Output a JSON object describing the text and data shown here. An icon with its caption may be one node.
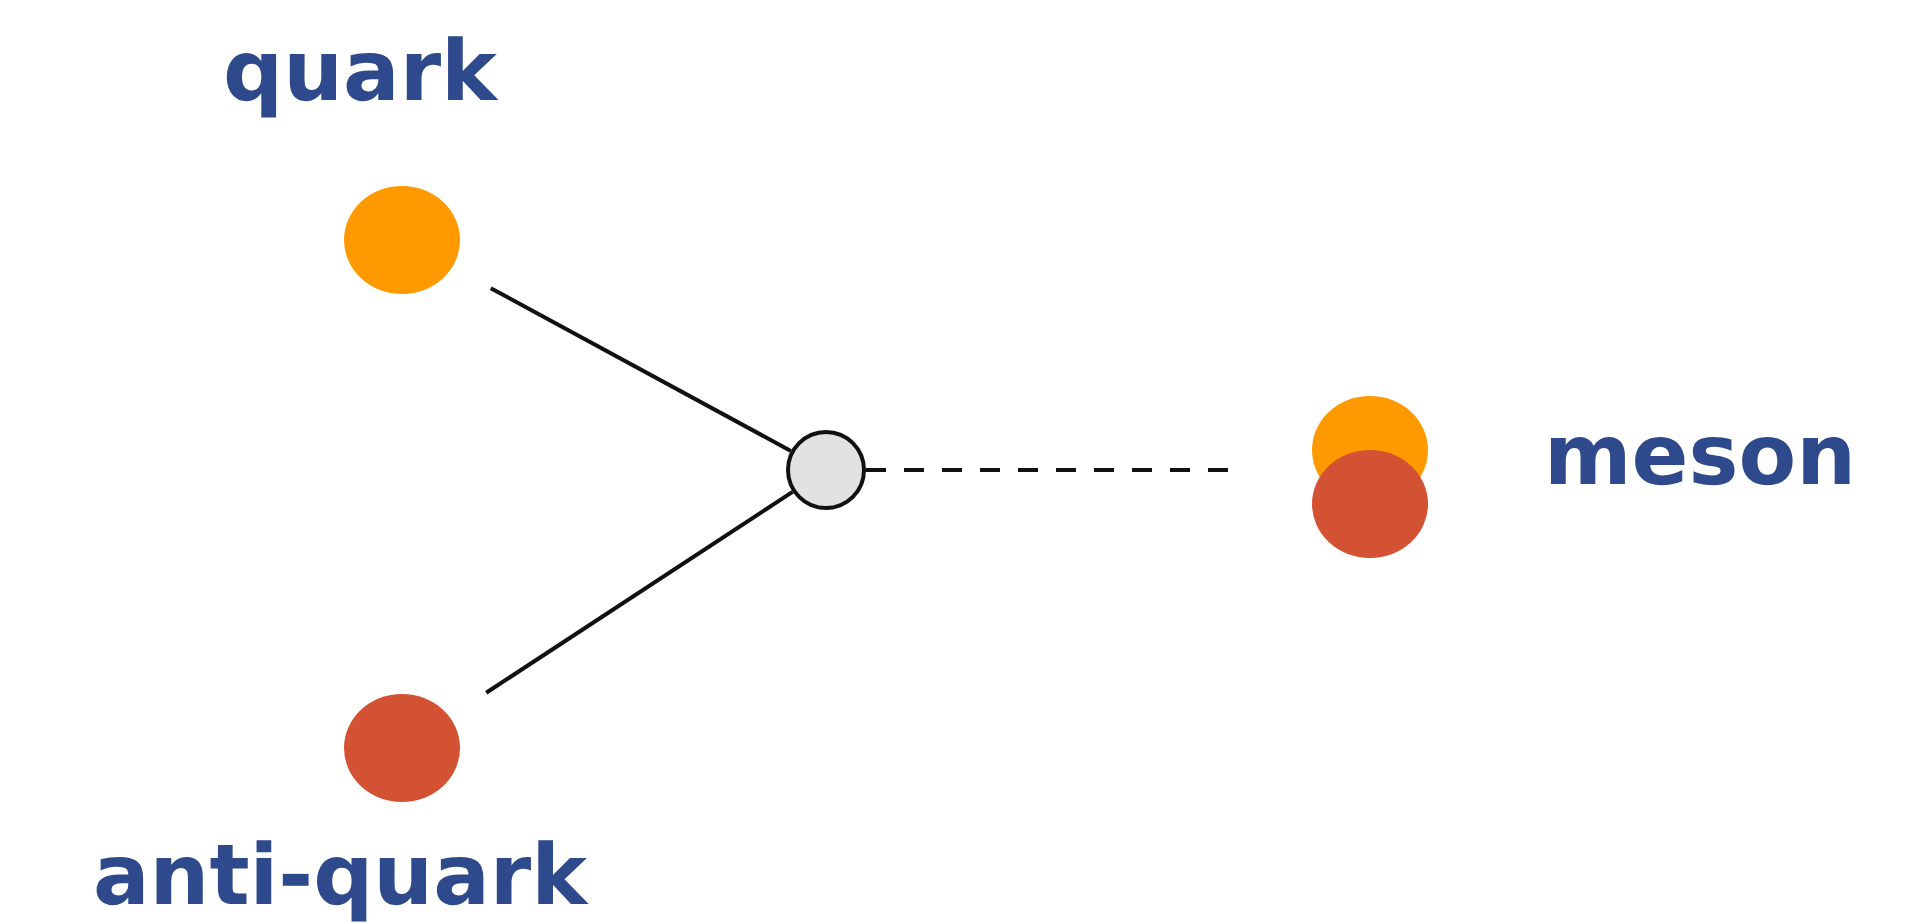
{
  "diagram": {
    "nodes": [
      {
        "text": [
          "quark"
        ]
      },
      {
        "text": [
          "anti-quark"
        ]
      },
      {
        "text": [],
        "shape": "circle"
      },
      {
        "text": [
          "meson"
        ]
      }
    ],
    "edges": [
      {
        "from": 0,
        "to": 2,
        "arrow": "none"
      },
      {
        "from": 1,
        "to": 2,
        "arrow": "none"
      },
      {
        "from": 2,
        "to": 3,
        "arrow": "none",
        "style": "dashed"
      }
    ]
  }
}
